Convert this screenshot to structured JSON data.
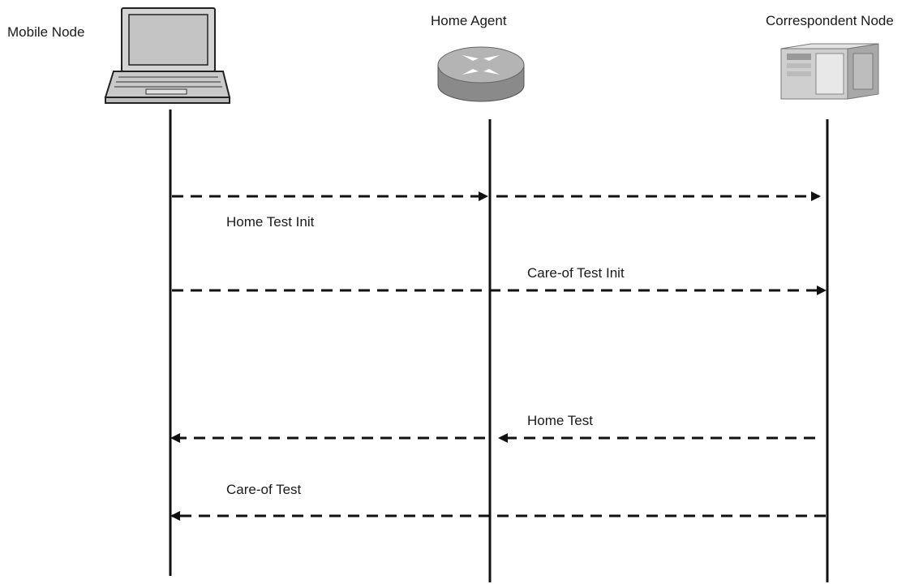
{
  "nodes": {
    "mobile": {
      "label": "Mobile Node",
      "icon": "laptop-icon"
    },
    "home_agent": {
      "label": "Home Agent",
      "icon": "router-icon"
    },
    "correspondent": {
      "label": "Correspondent Node",
      "icon": "server-icon"
    }
  },
  "messages": [
    {
      "label": "Home Test Init",
      "from": "Mobile Node",
      "to": "Correspondent Node",
      "via": "Home Agent"
    },
    {
      "label": "Care-of Test Init",
      "from": "Mobile Node",
      "to": "Correspondent Node"
    },
    {
      "label": "Home Test",
      "from": "Correspondent Node",
      "to": "Mobile Node",
      "via": "Home Agent"
    },
    {
      "label": "Care-of Test",
      "from": "Correspondent Node",
      "to": "Mobile Node"
    }
  ],
  "colors": {
    "line": "#111111",
    "device_gray": "#b5b5b5",
    "device_dark": "#7d7d7d"
  }
}
